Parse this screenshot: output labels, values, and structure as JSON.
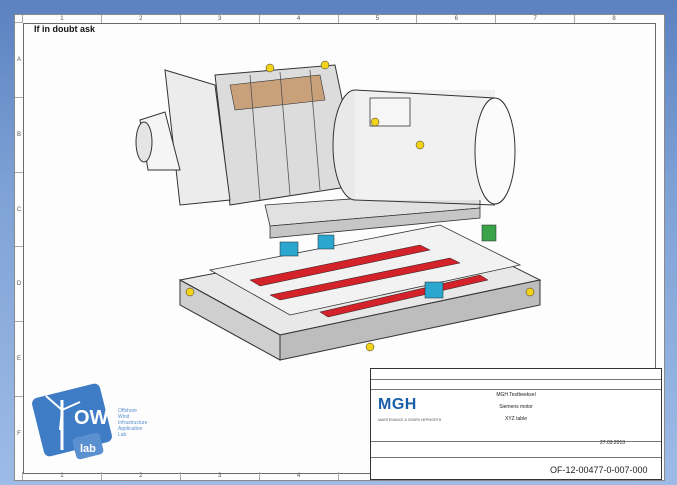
{
  "sheet": {
    "notice": "If in doubt ask",
    "columns": [
      "1",
      "2",
      "3",
      "4",
      "5",
      "6",
      "7",
      "8"
    ],
    "rows": [
      "A",
      "B",
      "C",
      "D",
      "E",
      "F"
    ]
  },
  "titleblock": {
    "company": "MGH",
    "company_full": "MAINTENANCE & GEARS HEPWORTH",
    "project": "MGH Testbeeksel",
    "part": "Siemens motor",
    "assembly": "XYZ table",
    "drawing_number": "OF-12-00477-0-007-000",
    "date": "27.03.2013"
  },
  "logo": {
    "name": "OWI",
    "sub": "lab",
    "tagline_lines": [
      "Offshore",
      "Wind",
      "Infrastructure",
      "Application",
      "Lab"
    ]
  },
  "colors": {
    "background": "#7fa2d6",
    "accent_red": "#d3222a",
    "accent_cyan": "#2aa6cf",
    "accent_yellow": "#f2d21b",
    "brand_blue": "#1b5fa8"
  }
}
